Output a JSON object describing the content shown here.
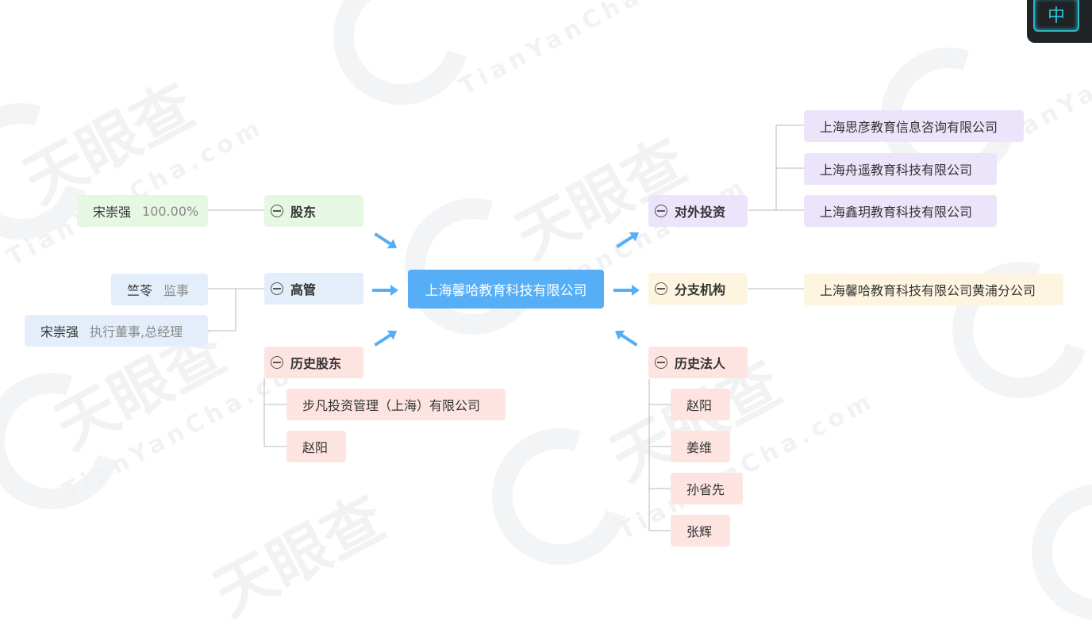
{
  "watermark": {
    "brand": "天眼查",
    "site": "TianYanCha.com"
  },
  "badge": "中",
  "center": "上海馨哈教育科技有限公司",
  "categories": {
    "shareholders": "股东",
    "management": "高管",
    "history_shareholders": "历史股东",
    "investments": "对外投资",
    "branches": "分支机构",
    "history_legal": "历史法人"
  },
  "shareholders": [
    {
      "name": "宋崇强",
      "share": "100.00%"
    }
  ],
  "management": [
    {
      "name": "竺苓",
      "role": "监事"
    },
    {
      "name": "宋崇强",
      "role": "执行董事,总经理"
    }
  ],
  "history_shareholders": [
    "步凡投资管理（上海）有限公司",
    "赵阳"
  ],
  "investments": [
    "上海思彦教育信息咨询有限公司",
    "上海舟遥教育科技有限公司",
    "上海鑫玥教育科技有限公司"
  ],
  "branches": [
    "上海馨哈教育科技有限公司黄浦分公司"
  ],
  "history_legal": [
    "赵阳",
    "姜维",
    "孙省先",
    "张辉"
  ]
}
